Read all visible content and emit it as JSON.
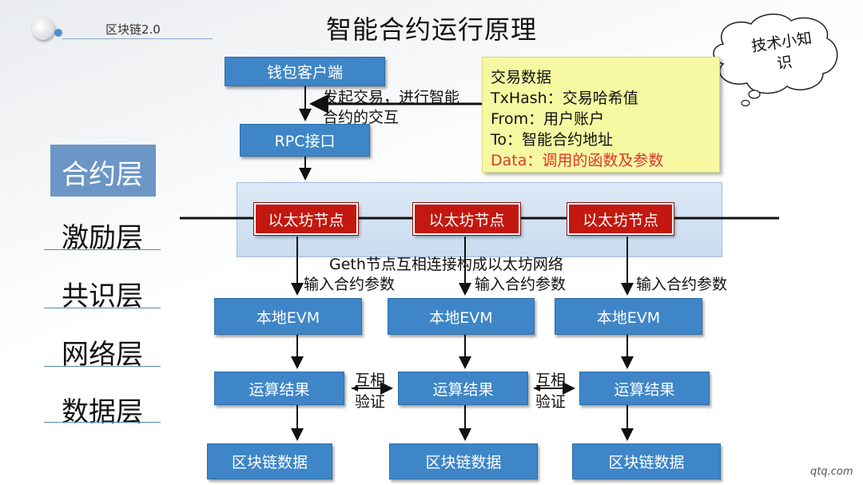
{
  "header": {
    "brand": "区块链2.0",
    "title": "智能合约运行原理"
  },
  "tip_cloud": {
    "text_line1": "技术小知",
    "text_line2": "识"
  },
  "client": {
    "wallet": "钱包客户端",
    "rpc": "RPC接口",
    "tx_label_line1": "发起交易，进行智能",
    "tx_label_line2": "合约的交互"
  },
  "info_box": {
    "title": "交易数据",
    "txhash": "TxHash：交易哈希值",
    "from": "From：用户账户",
    "to": "To：智能合约地址",
    "data": "Data：调用的函数及参数"
  },
  "layers": [
    {
      "label": "合约层",
      "active": true
    },
    {
      "label": "激励层",
      "active": false
    },
    {
      "label": "共识层",
      "active": false
    },
    {
      "label": "网络层",
      "active": false
    },
    {
      "label": "数据层",
      "active": false
    }
  ],
  "network": {
    "node": "以太坊节点",
    "caption": "Geth节点互相连接构成以太坊网络"
  },
  "columns": [
    {
      "input_label": "输入合约参数",
      "evm": "本地EVM",
      "result": "运算结果",
      "data": "区块链数据"
    },
    {
      "input_label": "输入合约参数",
      "evm": "本地EVM",
      "result": "运算结果",
      "data": "区块链数据"
    },
    {
      "input_label": "输入合约参数",
      "evm": "本地EVM",
      "result": "运算结果",
      "data": "区块链数据"
    }
  ],
  "verify": {
    "line1": "互相",
    "line2": "验证"
  },
  "watermark": "qtq.com",
  "colors": {
    "box_blue": "#3e86c7",
    "node_red": "#c2180f",
    "info_bg": "#f6f9a2",
    "data_red": "#e0352b"
  }
}
